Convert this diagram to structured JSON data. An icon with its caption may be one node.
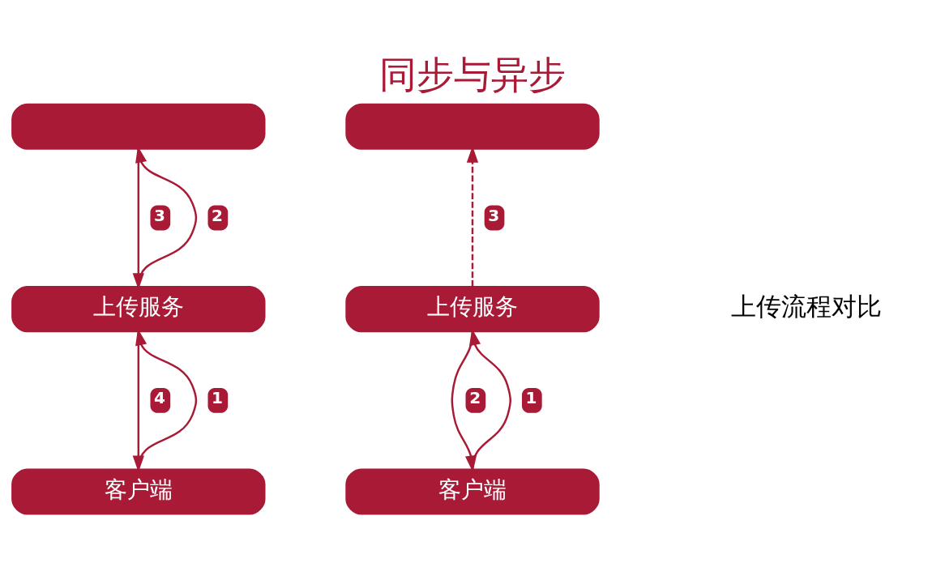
{
  "diagram": {
    "title": "同步与异步",
    "nodes": [
      {
        "text": [],
        "shape": "box"
      },
      {
        "text": [
          "上传服务"
        ]
      },
      {
        "text": [
          "客户端"
        ]
      },
      {
        "text": [],
        "shape": "box"
      },
      {
        "text": [
          "上传服务"
        ]
      },
      {
        "text": [
          "客户端"
        ]
      }
    ],
    "edges": [
      {
        "from": 2,
        "to": 1,
        "arrow": "to",
        "label": "1"
      },
      {
        "from": 1,
        "to": 0,
        "arrow": "to",
        "label": "2"
      },
      {
        "from": 0,
        "to": 1,
        "arrow": "to",
        "label": "3"
      },
      {
        "from": 1,
        "to": 2,
        "arrow": "to",
        "label": "4"
      },
      {
        "from": 5,
        "to": 4,
        "arrow": "to",
        "label": "1"
      },
      {
        "from": 4,
        "to": 5,
        "arrow": "to",
        "label": "2"
      },
      {
        "from": 4,
        "to": 3,
        "arrow": "to",
        "label": "3",
        "style": "dashed"
      }
    ],
    "labels": [
      "上传流程对比"
    ]
  }
}
